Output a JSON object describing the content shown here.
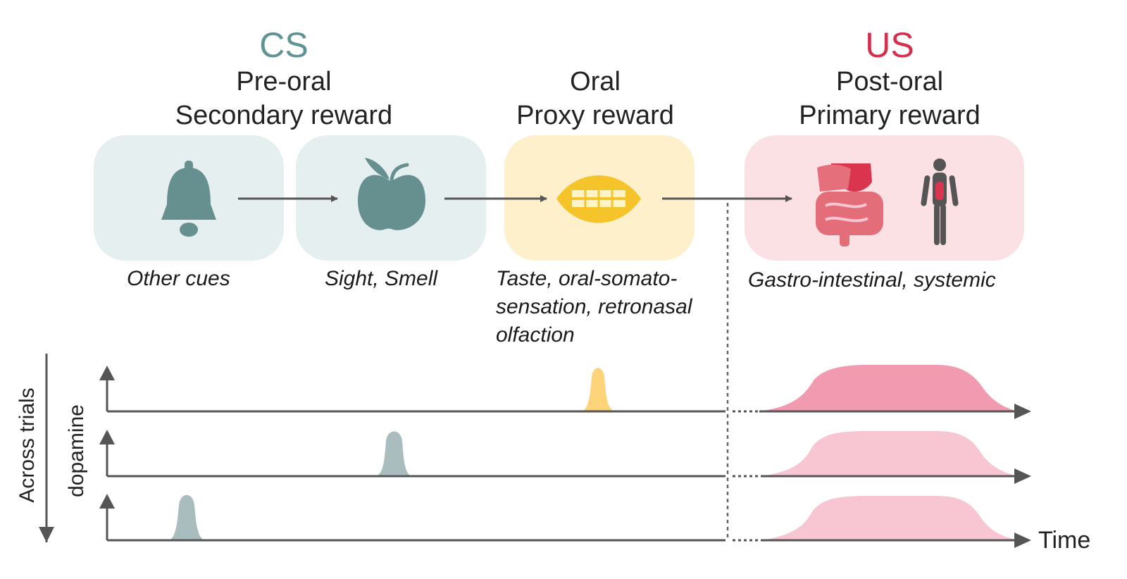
{
  "stages": {
    "cs": {
      "tag": "CS",
      "line1": "Pre-oral",
      "line2": "Secondary reward"
    },
    "oral": {
      "line1": "Oral",
      "line2": "Proxy reward"
    },
    "us": {
      "tag": "US",
      "line1": "Post-oral",
      "line2": "Primary reward"
    }
  },
  "captions": {
    "other_cues": "Other cues",
    "sight_smell": "Sight, Smell",
    "taste_1": "Taste, oral-somato-",
    "taste_2": "sensation, retronasal",
    "taste_3": "olfaction",
    "gi": "Gastro-intestinal, systemic"
  },
  "axes": {
    "trials_label": "Across trials",
    "dopamine_label": "dopamine",
    "time_label": "Time"
  },
  "icons": [
    "bell-icon",
    "apple-icon",
    "mouth-icon",
    "gut-icon",
    "human-body-icon"
  ],
  "colors": {
    "cs_text": "#5f9396",
    "us_text": "#d62f4d",
    "cs_box": "#e6efef",
    "oral_box": "#fff0cc",
    "us_box": "#fbe0e4",
    "cs_icon": "#66908f",
    "oral_icon": "#f5c42b",
    "gut_icon": "#e46d7a",
    "arrow": "#555555",
    "peak_oral": "#fdd47a",
    "peak_cs": "#a9bdbf",
    "post_oral_strong": "#f29ab0",
    "post_oral_light": "#f8c5d2"
  }
}
